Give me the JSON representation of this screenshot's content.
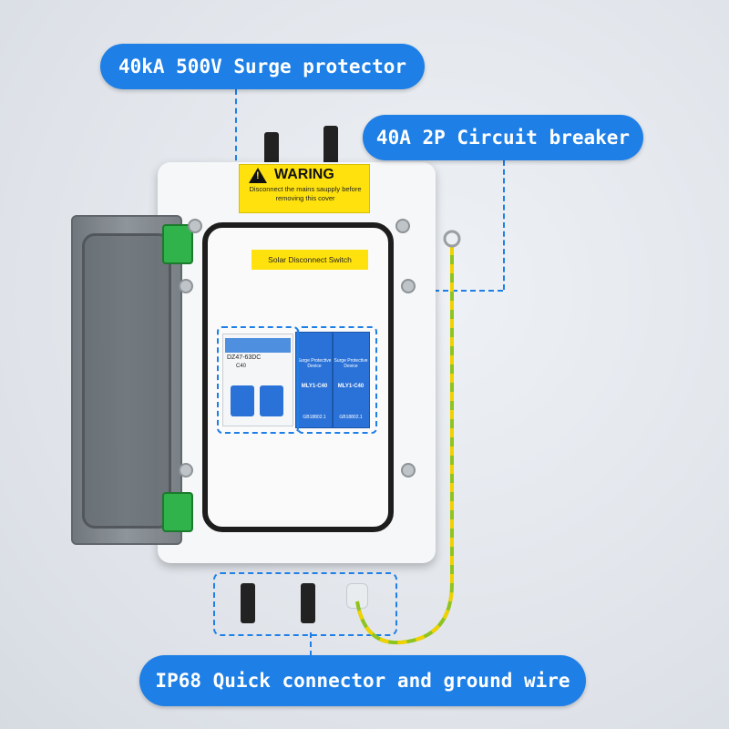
{
  "labels": {
    "surge": "40kA 500V Surge protector",
    "breaker": "40A 2P Circuit breaker",
    "connector": "IP68 Quick connector and ground wire"
  },
  "warning_sticker": {
    "title": "WARING",
    "body": "Disconnect the mains saupply before removing this cover"
  },
  "switch_label": "Solar Disconnect Switch",
  "breaker_module": {
    "model": "DZ47-63DC",
    "rating": "C40"
  },
  "surge_module": {
    "header": "Surge Protective Device",
    "model": "MLY1-C40",
    "standard": "GB18802.1"
  },
  "icons": [
    "warning-triangle-icon",
    "screw-icon",
    "ring-terminal-icon"
  ]
}
